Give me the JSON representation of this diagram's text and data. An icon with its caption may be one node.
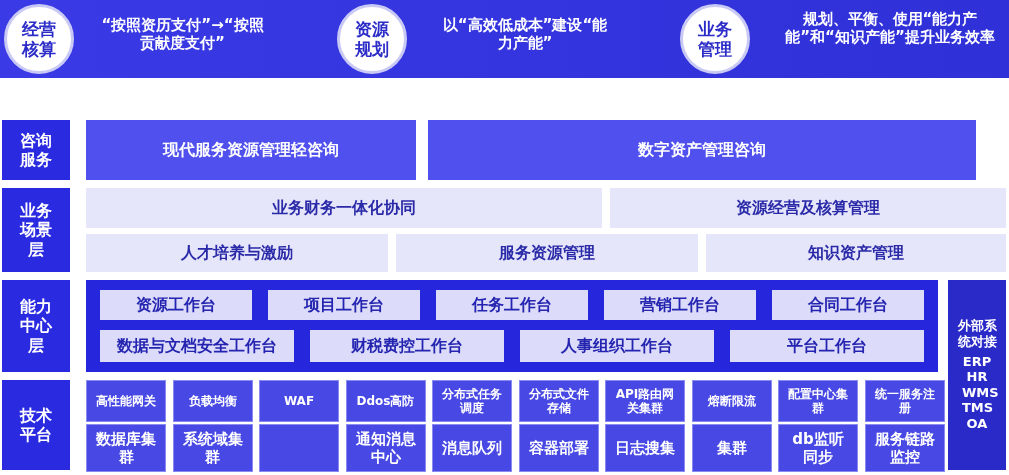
{
  "diagram": {
    "nodes": [
      {
        "text": [
          "经营核算"
        ],
        "beside": [
          "“按照资历支付”→“按照贡献度支付”"
        ]
      },
      {
        "text": [
          "资源规划"
        ],
        "beside": [
          "以“高效低成本”建设“能力产能”"
        ]
      },
      {
        "text": [
          "业务管理"
        ],
        "beside": [
          "规划、平衡、使用“能力产能”和“知识产能”提升业务效率"
        ]
      },
      {
        "text": [
          "咨询服务"
        ]
      },
      {
        "text": [
          "现代服务资源管理轻咨询"
        ]
      },
      {
        "text": [
          "数字资产管理咨询"
        ]
      },
      {
        "text": [
          "业务场景层"
        ]
      },
      {
        "text": [
          "业务财务一体化协同"
        ]
      },
      {
        "text": [
          "资源经营及核算管理"
        ]
      },
      {
        "text": [
          "人才培养与激励"
        ]
      },
      {
        "text": [
          "服务资源管理"
        ]
      },
      {
        "text": [
          "知识资产管理"
        ]
      },
      {
        "text": [
          "能力中心层"
        ]
      },
      {
        "text": [],
        "shape": "box"
      },
      {
        "text": [
          "资源工作台"
        ],
        "in": 13
      },
      {
        "text": [
          "项目工作台"
        ],
        "in": 13
      },
      {
        "text": [
          "任务工作台"
        ],
        "in": 13
      },
      {
        "text": [
          "营销工作台"
        ],
        "in": 13
      },
      {
        "text": [
          "合同工作台"
        ],
        "in": 13
      },
      {
        "text": [
          "数据与文档安全工作台"
        ],
        "in": 13
      },
      {
        "text": [
          "财税费控工作台"
        ],
        "in": 13
      },
      {
        "text": [
          "人事组织工作台"
        ],
        "in": 13
      },
      {
        "text": [
          "平台工作台"
        ],
        "in": 13
      },
      {
        "text": [
          "技术平台"
        ]
      },
      {
        "text": [
          "高性能网关"
        ]
      },
      {
        "text": [
          "负载均衡"
        ]
      },
      {
        "text": [
          "WAF"
        ]
      },
      {
        "text": [
          "Ddos高防"
        ]
      },
      {
        "text": [
          "分布式任务调度"
        ]
      },
      {
        "text": [
          "分布式文件存储"
        ]
      },
      {
        "text": [
          "API路由网关集群"
        ]
      },
      {
        "text": [
          "熔断限流"
        ]
      },
      {
        "text": [
          "配置中心集群"
        ]
      },
      {
        "text": [
          "统一服务注册"
        ]
      },
      {
        "text": [
          "数据库集群"
        ]
      },
      {
        "text": [
          "系统域集群"
        ]
      },
      {
        "text": [],
        "shape": "box"
      },
      {
        "text": [
          "通知消息中心"
        ]
      },
      {
        "text": [
          "消息队列"
        ]
      },
      {
        "text": [
          "容器部署"
        ]
      },
      {
        "text": [
          "日志搜集"
        ]
      },
      {
        "text": [
          "集群"
        ]
      },
      {
        "text": [
          "db监听同步"
        ]
      },
      {
        "text": [
          "服务链路监控"
        ]
      },
      {
        "text": [
          "外部系统对接",
          "ERP HR WMS TMS OA"
        ]
      }
    ],
    "edges": []
  }
}
